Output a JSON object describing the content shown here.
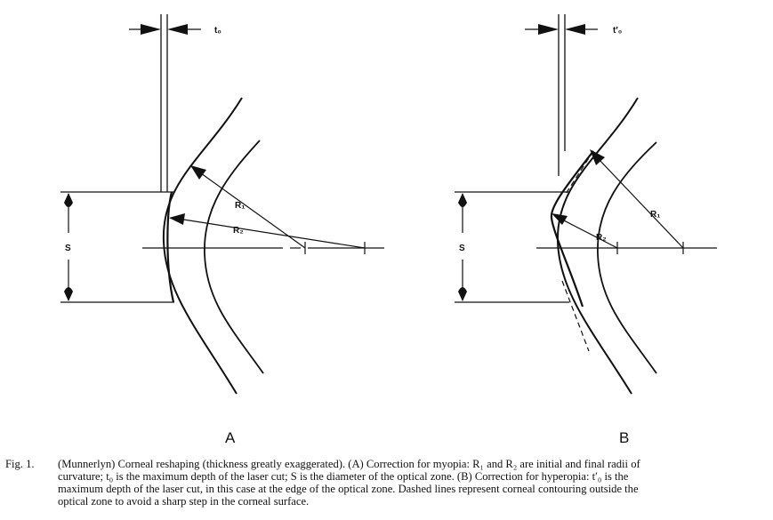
{
  "panelA": {
    "label": "A",
    "thickness_label": "t₀",
    "r1_label": "R₁",
    "r2_label": "R₂",
    "s_label": "S"
  },
  "panelB": {
    "label": "B",
    "thickness_label": "t′₀",
    "r1_label": "R₁",
    "r2_label": "R₂",
    "s_label": "S"
  },
  "caption": {
    "figure_label": "Fig. 1.",
    "line1": "(Munnerlyn) Corneal reshaping (thickness greatly exaggerated). (A) Correction for myopia: R₁ and R₂ are initial and final radii of",
    "line2": "curvature; t₀ is the maximum depth of the laser cut; S is the diameter of the optical zone. (B) Correction for hyperopia: t′₀ is the",
    "line3": "maximum depth of the laser cut, in this case at the edge of the optical zone. Dashed lines represent corneal contouring outside the",
    "line4": "optical zone to avoid a sharp step in the corneal surface."
  }
}
